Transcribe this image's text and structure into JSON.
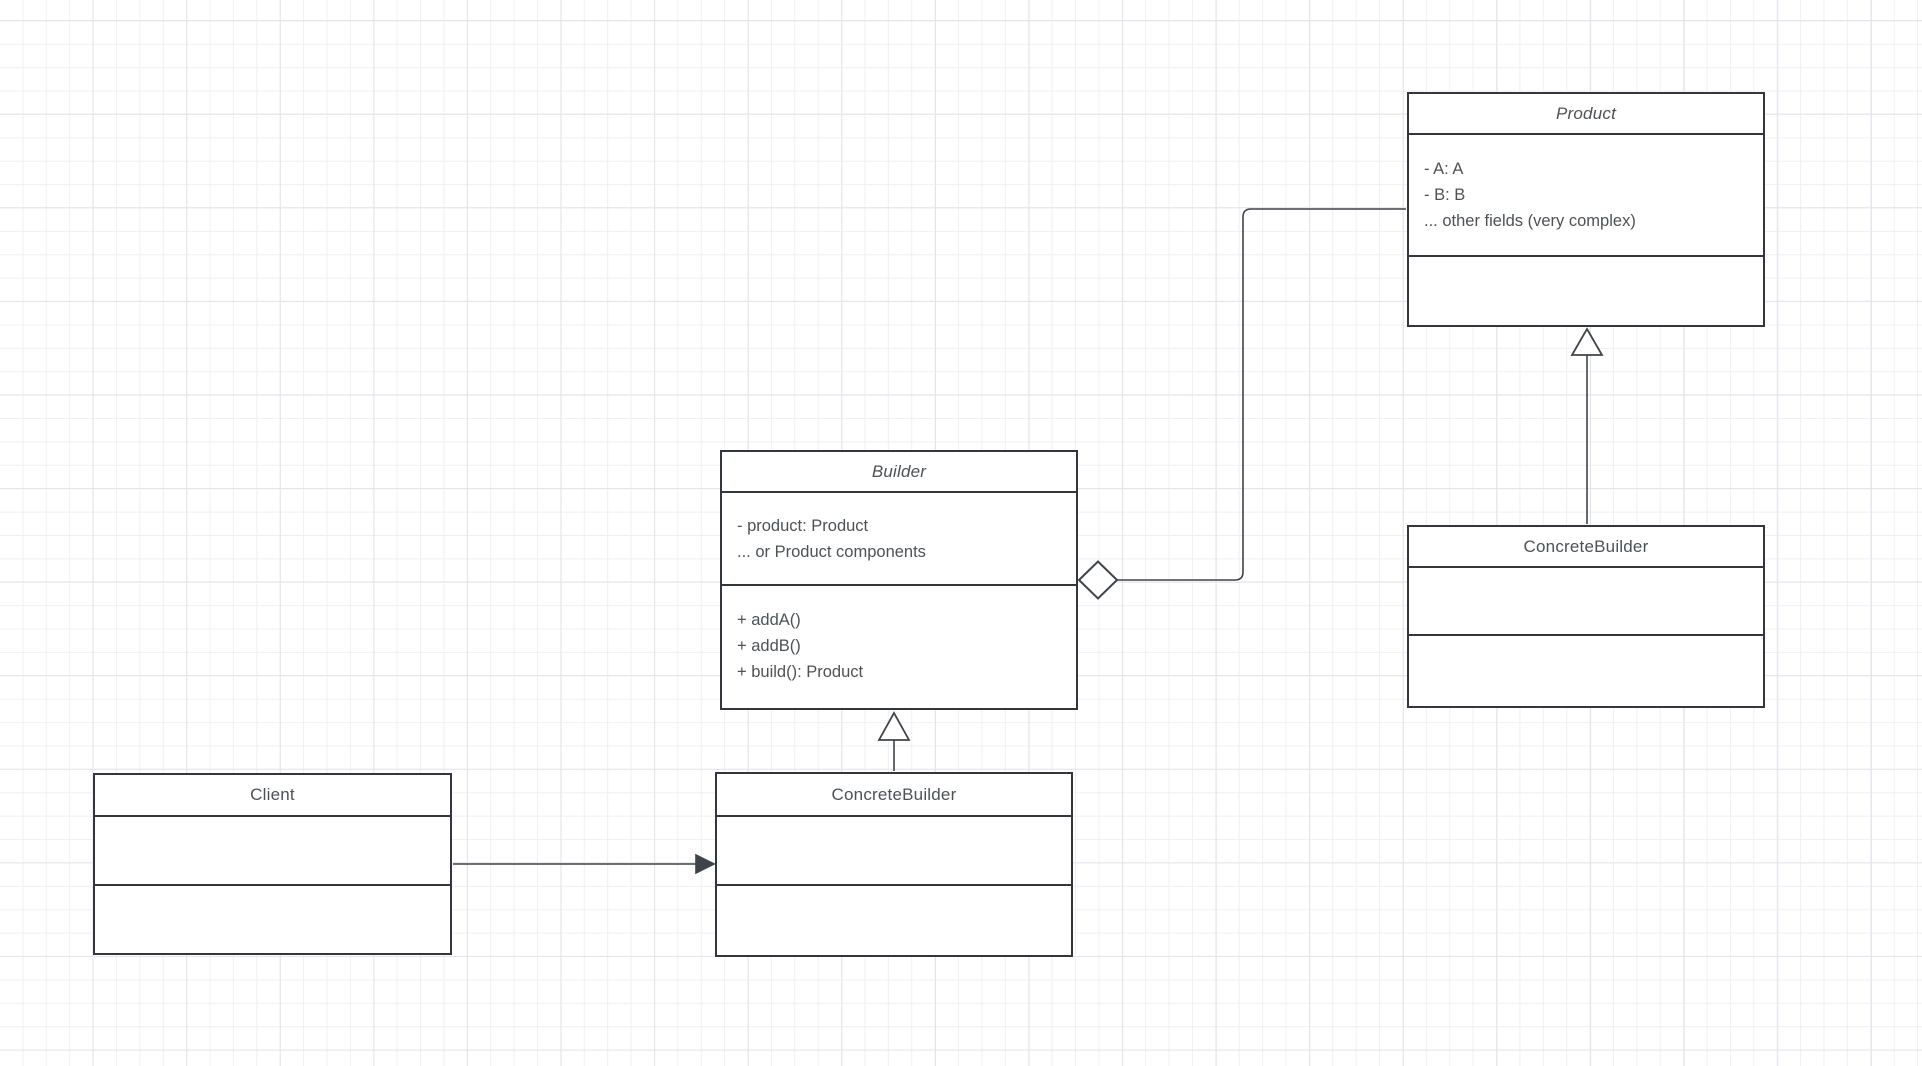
{
  "canvas": {
    "background_color": "#ffffff",
    "grid_minor_color": "#f0f0f4",
    "grid_major_color": "#e3e3e9",
    "shape_border_color": "#33373d",
    "connector_color": "#3f444a",
    "text_color": "#4d5256"
  },
  "diagram": {
    "pattern": "Builder",
    "classes": [
      {
        "name": "Product",
        "abstract": true,
        "attributes": [
          "- A: A",
          "- B: B",
          "... other fields (very complex)"
        ],
        "methods": []
      },
      {
        "name": "Builder",
        "abstract": true,
        "attributes": [
          "- product: Product",
          "... or Product components"
        ],
        "methods": [
          "+ addA()",
          "+ addB()",
          "+ build(): Product"
        ]
      },
      {
        "name": "ConcreteBuilder",
        "abstract": false,
        "attributes": [],
        "methods": []
      },
      {
        "name": "ConcreteBuilder",
        "abstract": false,
        "attributes": [],
        "methods": []
      },
      {
        "name": "Client",
        "abstract": false,
        "attributes": [],
        "methods": []
      }
    ],
    "relationships": [
      {
        "type": "aggregation",
        "from": "Builder",
        "to": "Product",
        "marker": "hollow-diamond"
      },
      {
        "type": "inheritance",
        "from": "ConcreteBuilder",
        "to": "Product",
        "marker": "hollow-triangle"
      },
      {
        "type": "inheritance",
        "from": "ConcreteBuilder",
        "to": "Builder",
        "marker": "hollow-triangle"
      },
      {
        "type": "directed-association",
        "from": "Client",
        "to": "ConcreteBuilder",
        "marker": "solid-arrow"
      }
    ]
  }
}
